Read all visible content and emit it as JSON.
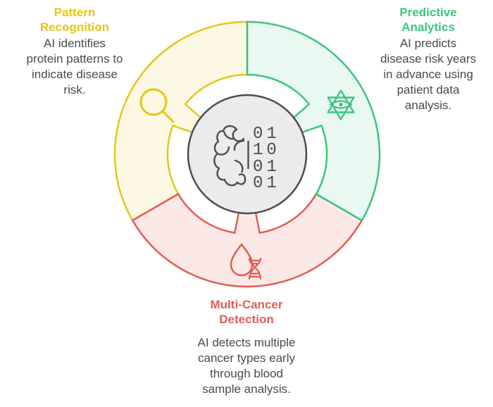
{
  "page": {
    "background": "#FFFFFF"
  },
  "diagram": {
    "center": {
      "name": "ai-brain-binary",
      "binary_rows": [
        "01",
        "10",
        "01",
        "01"
      ],
      "fill": "#EBEBEB",
      "stroke": "#4D4D4D"
    },
    "segments": [
      {
        "id": "pattern-recognition",
        "title": "Pattern Recognition",
        "description": "AI identifies protein patterns to indicate disease risk.",
        "accent": "#E7C517",
        "fill": "#FCF8E3",
        "icon": "magnifier-icon"
      },
      {
        "id": "predictive-analytics",
        "title": "Predictive Analytics",
        "description": "AI predicts disease risk years in advance using patient data analysis.",
        "accent": "#3CC47E",
        "fill": "#E9F8F0",
        "icon": "eye-hexagram-icon"
      },
      {
        "id": "multi-cancer-detection",
        "title": "Multi-Cancer Detection",
        "description": "AI detects multiple cancer types early through blood sample analysis.",
        "accent": "#E25C55",
        "fill": "#FCE9E7",
        "icon": "blood-drop-dna-icon"
      }
    ]
  },
  "text_color": "#4A4A4A"
}
